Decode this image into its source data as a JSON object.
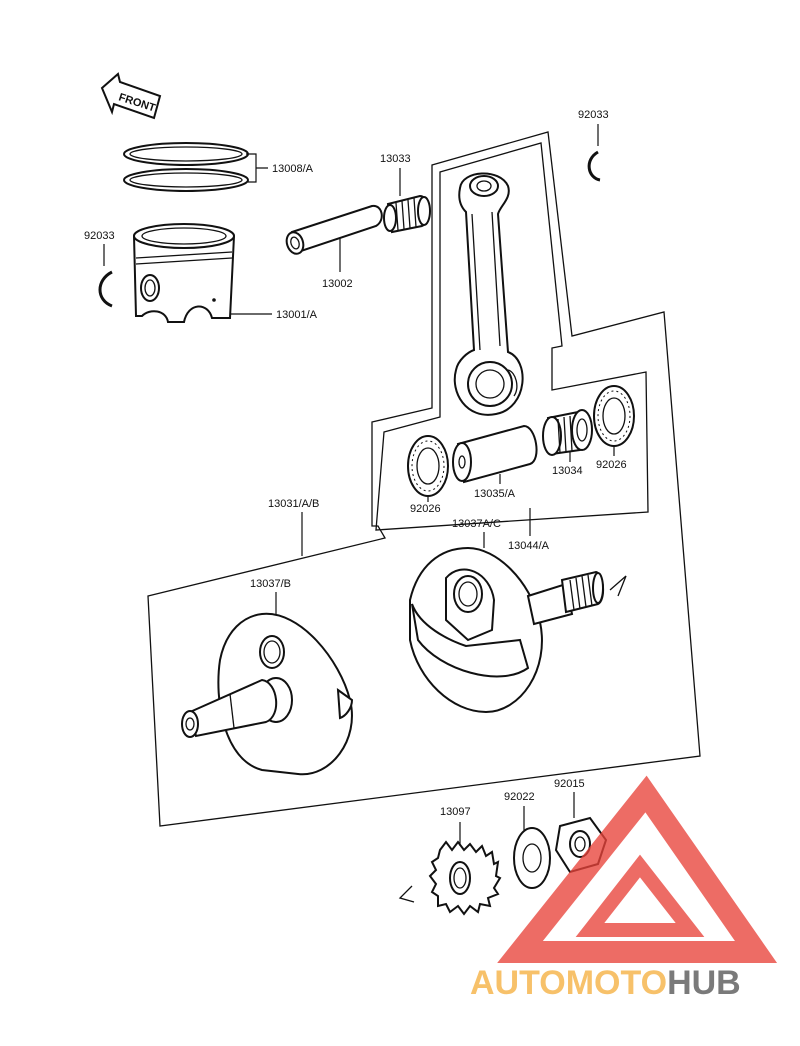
{
  "front_badge": "FRONT",
  "parts": {
    "piston_ring": "13008/A",
    "small_end_bearing": "13033",
    "piston_pin": "13002",
    "clip_left": "92033",
    "clip_right": "92033",
    "piston": "13001/A",
    "crankshaft_assy": "13031/A/B",
    "flywheel_left": "13037/B",
    "flywheel_right": "13037A/C",
    "conrod_assy": "13044/A",
    "crank_pin": "13035/A",
    "big_end_bearing": "13034",
    "washer_right": "92026",
    "washer_left": "92026",
    "gear": "13097",
    "gear_washer": "92022",
    "nut": "92015"
  },
  "watermark": {
    "text_part1": "AUTOMOTO",
    "text_part2": "HUB",
    "color_primary": "#e8433a",
    "color_secondary": "#f5b041",
    "color_dark": "#555555"
  }
}
